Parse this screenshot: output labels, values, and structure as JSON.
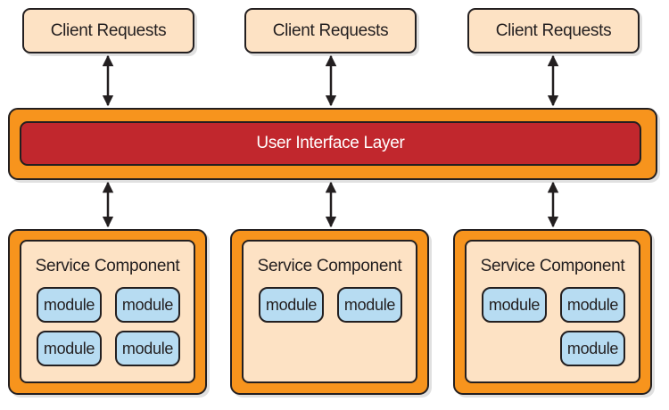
{
  "clients": [
    {
      "label": "Client Requests"
    },
    {
      "label": "Client Requests"
    },
    {
      "label": "Client Requests"
    }
  ],
  "ui_layer": {
    "label": "User Interface Layer"
  },
  "services": [
    {
      "title": "Service Component",
      "modules": [
        "module",
        "module",
        "module",
        "module"
      ]
    },
    {
      "title": "Service Component",
      "modules": [
        "module",
        "module"
      ]
    },
    {
      "title": "Service Component",
      "modules": [
        "module",
        "module",
        "module"
      ]
    }
  ],
  "colors": {
    "client_fill": "#fde2c4",
    "layer_outer": "#f7941d",
    "ui_layer_fill": "#c1272d",
    "module_fill": "#b7dcf2",
    "outline": "#231f20"
  },
  "icons": {
    "arrow": "bidirectional-arrow"
  }
}
